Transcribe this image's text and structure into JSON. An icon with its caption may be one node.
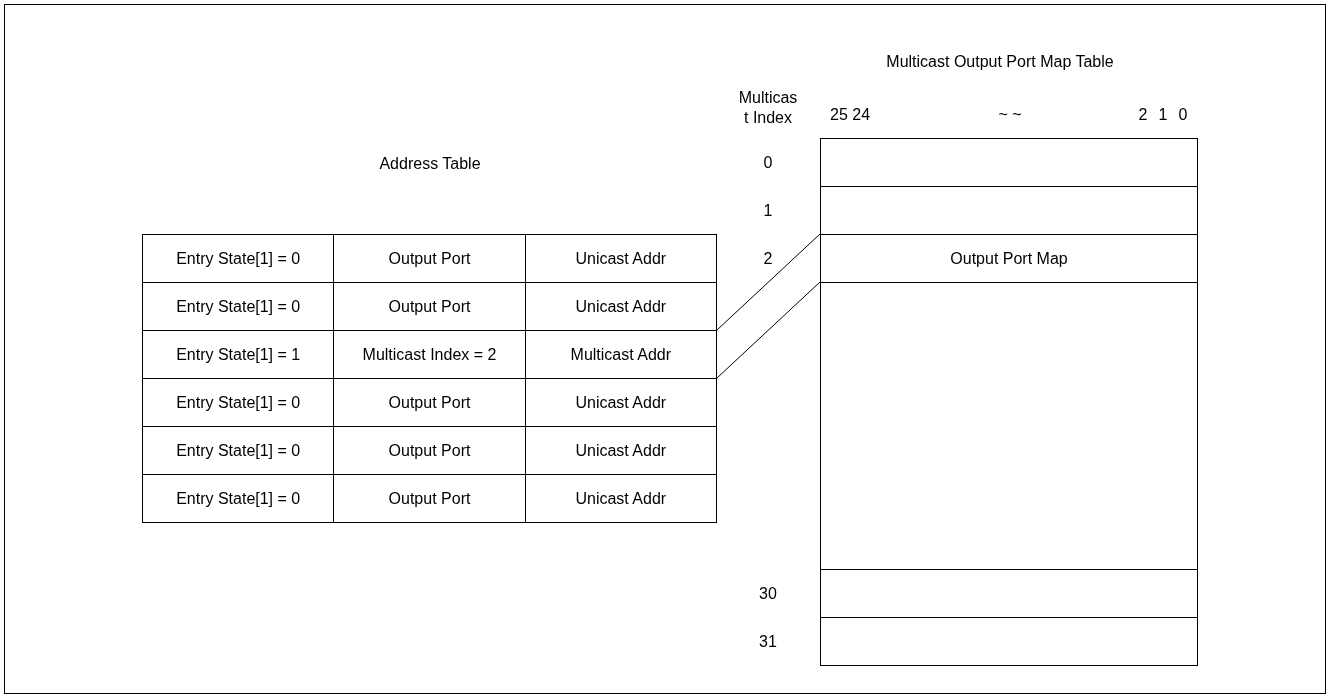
{
  "diagram": {
    "nodes": [
      {
        "text": [
          "Entry State[1] = 0",
          "Output Port",
          "Unicast Addr"
        ]
      },
      {
        "text": [
          "Entry State[1] = 0",
          "Output Port",
          "Unicast Addr"
        ]
      },
      {
        "text": [
          "Entry State[1] = 1",
          "Multicast Index = 2",
          "Multicast Addr"
        ]
      },
      {
        "text": [
          "Entry State[1] = 0",
          "Output Port",
          "Unicast Addr"
        ]
      },
      {
        "text": [
          "Entry State[1] = 0",
          "Output Port",
          "Unicast Addr"
        ]
      },
      {
        "text": [
          "Entry State[1] = 0",
          "Output Port",
          "Unicast Addr"
        ]
      },
      {
        "text": [],
        "shape": "box",
        "beside": [
          "0"
        ]
      },
      {
        "text": [],
        "shape": "box",
        "beside": [
          "1"
        ]
      },
      {
        "text": [
          "Output Port Map"
        ],
        "beside": [
          "2"
        ]
      },
      {
        "text": [],
        "shape": "box"
      },
      {
        "text": [],
        "shape": "box",
        "beside": [
          "30"
        ]
      },
      {
        "text": [],
        "shape": "box",
        "beside": [
          "31"
        ]
      }
    ],
    "edges": [
      {
        "from": 2,
        "to": 8,
        "arrow": "none"
      },
      {
        "from": 2,
        "to": 8,
        "arrow": "none"
      }
    ],
    "labels": [
      "Multicast Output Port Map Table",
      "Multicast Index",
      "25 24",
      "~ ~",
      "2",
      "1",
      "0",
      "Address Table"
    ]
  }
}
